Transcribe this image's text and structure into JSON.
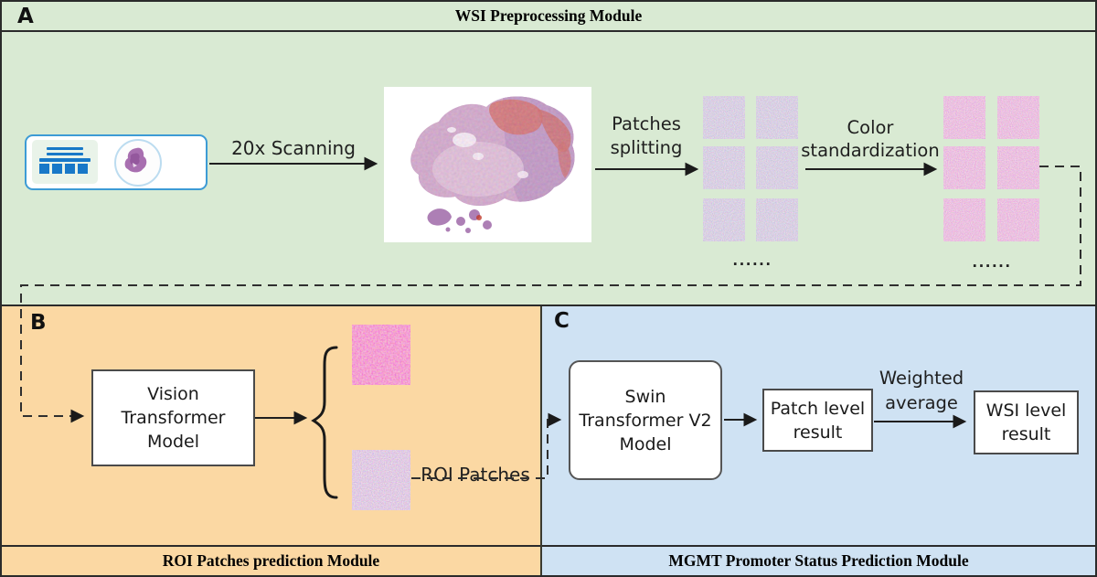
{
  "panels": {
    "a": {
      "label": "A",
      "title": "WSI Preprocessing Module"
    },
    "b": {
      "label": "B",
      "caption": "ROI Patches prediction Module"
    },
    "c": {
      "label": "C",
      "caption": "MGMT Promoter Status Prediction Module"
    }
  },
  "flow_a": {
    "scan_label": "20x Scanning",
    "patches_label": "Patches\nsplitting",
    "color_label": "Color\nstandardization",
    "ellipsis_left": "......",
    "ellipsis_right": "......"
  },
  "flow_b": {
    "vit_box_label": "Vision\nTransformer\nModel",
    "roi_patches_label": "ROI Patches"
  },
  "flow_c": {
    "swin_box_label": "Swin\nTransformer V2\nModel",
    "patch_result_label": "Patch level\nresult",
    "weighted_label": "Weighted\naverage",
    "wsi_result_label": "WSI level\nresult"
  },
  "colors": {
    "panel_a_bg": "#d9ead3",
    "panel_b_bg": "#fbd8a3",
    "panel_c_bg": "#cfe2f3",
    "line": "#2f2f2f",
    "slide_border_blue": "#3d9bd5",
    "slide_detail_blue": "#1878c8"
  }
}
